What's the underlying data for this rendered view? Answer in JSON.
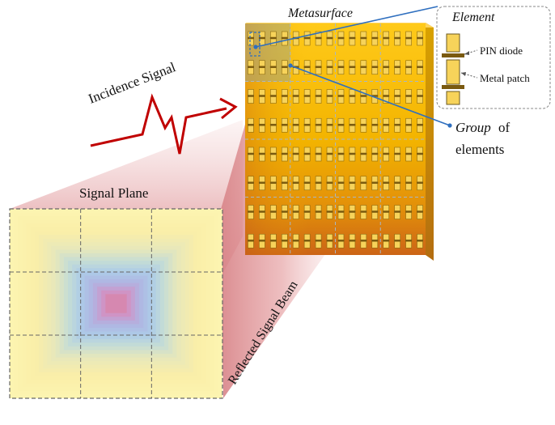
{
  "labels": {
    "metasurface": "Metasurface",
    "element": "Element",
    "pin_diode": "PIN diode",
    "metal_patch": "Metal patch",
    "group_word": "Group",
    "group_of": "of",
    "group_elements": "elements",
    "incidence_signal": "Incidence Signal",
    "signal_plane": "Signal Plane",
    "reflected_beam": "Reflected Signal Beam"
  },
  "colors": {
    "signal_arrow": "#c00000",
    "callout_line": "#2f6fbf",
    "metasurface_gold": "#f3b400",
    "metasurface_dark": "#d06a14",
    "element_fill": "#f7d35a",
    "pin_diode": "#7a5a10",
    "beam_red": "#d9878b",
    "plane_center": "#d48ab0",
    "plane_mid": "#a9c8e6",
    "plane_outer": "#fcf4b0"
  },
  "icons": {
    "incidence_signal": "zigzag-arrow-icon",
    "pin_diode": "pin-diode-icon",
    "metal_patch": "metal-patch-icon"
  },
  "metasurface_grid": {
    "element_columns": 16,
    "element_rows": 8,
    "group_columns": 4,
    "group_rows": 4
  },
  "signal_plane_grid": {
    "columns": 3,
    "rows": 3
  }
}
